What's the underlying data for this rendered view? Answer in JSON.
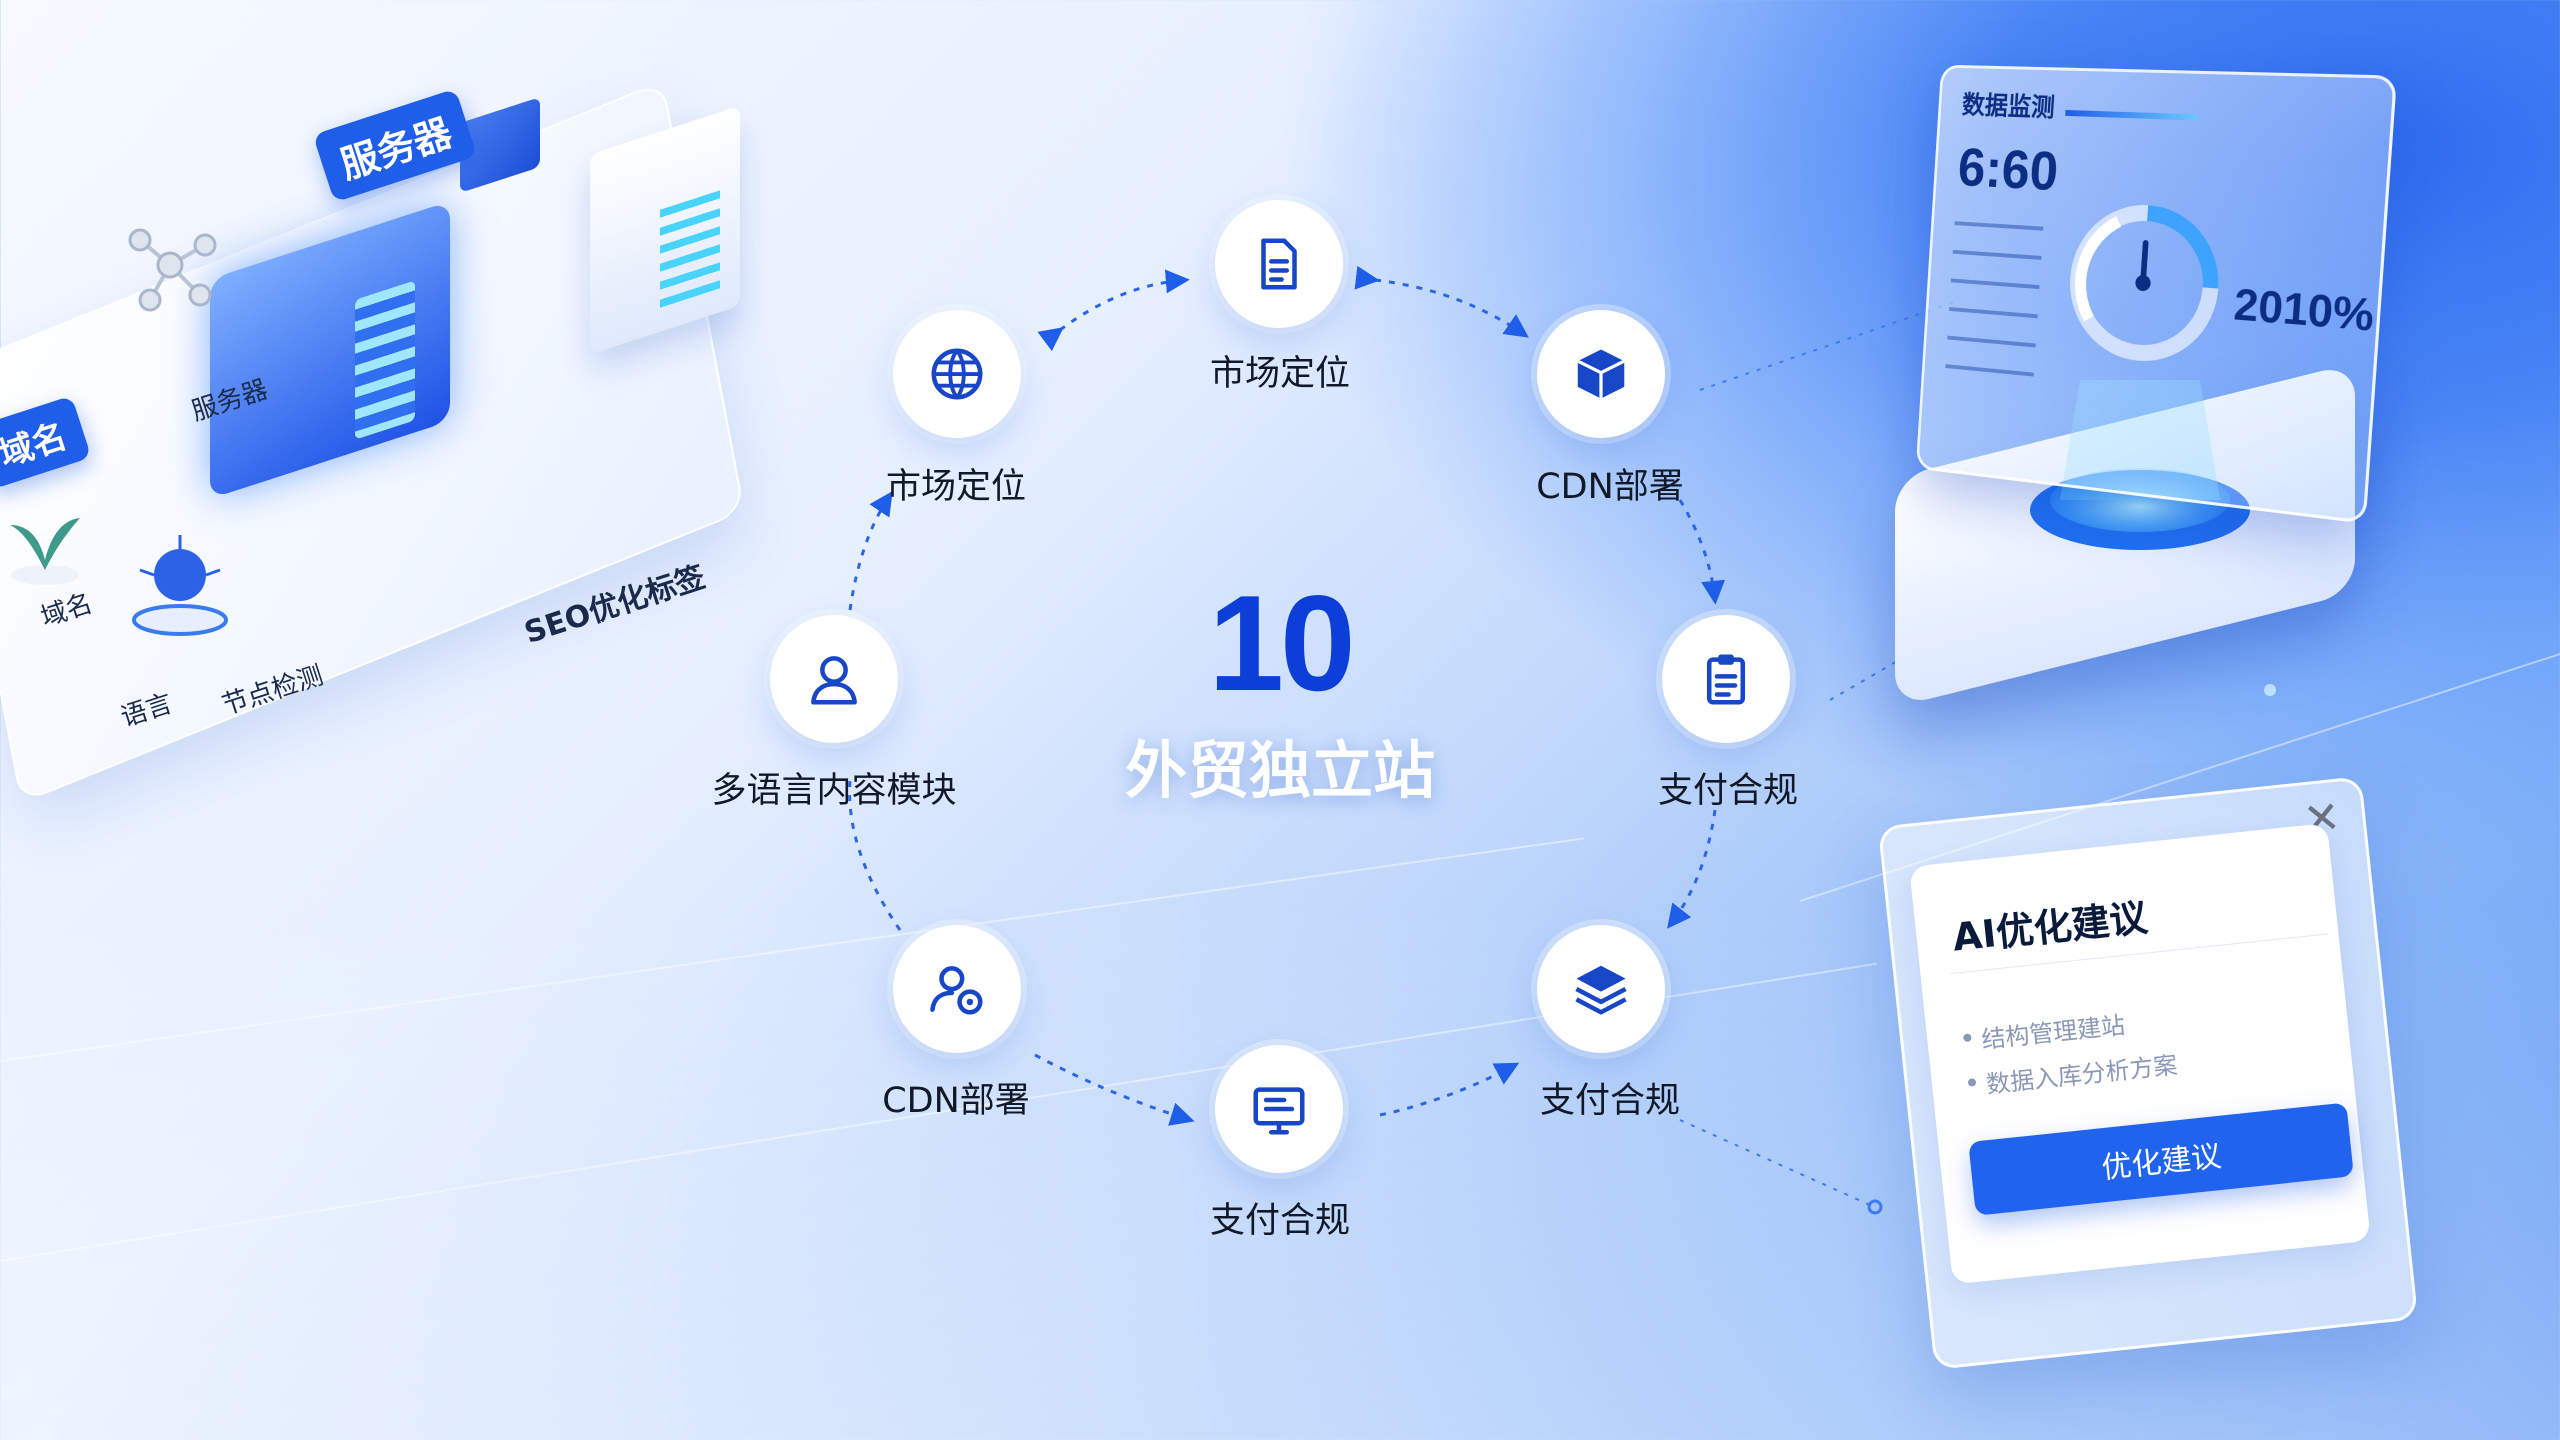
{
  "colors": {
    "accent": "#1f5ee8",
    "center_number": "#0b3fd8",
    "node_icon": "#1746c7"
  },
  "center": {
    "number": "10",
    "title": "外贸独立站"
  },
  "ring_nodes": [
    {
      "label": "市场定位",
      "icon": "document-icon"
    },
    {
      "label": "CDN部署",
      "icon": "cube-icon"
    },
    {
      "label": "支付合规",
      "icon": "clipboard-icon"
    },
    {
      "label": "支付合规",
      "icon": "layers-icon"
    },
    {
      "label": "支付合规",
      "icon": "monitor-icon"
    },
    {
      "label": "CDN部署",
      "icon": "user-settings-icon"
    },
    {
      "label": "多语言内容模块",
      "icon": "user-icon"
    },
    {
      "label": "市场定位",
      "icon": "globe-icon"
    }
  ],
  "left_scene": {
    "server_tag": "服务器",
    "domain_tag": "域名",
    "server_label": "服务器",
    "seo_label": "SEO优化标签",
    "domain_label": "域名",
    "node_label_1": "语言",
    "node_label_2": "节点检测"
  },
  "dashboard": {
    "header": "数据监测",
    "value_left": "6:60",
    "value_right": "2010%"
  },
  "ai_card": {
    "title": "AI优化建议",
    "items": [
      "结构管理建站",
      "数据入库分析方案"
    ],
    "button_label": "优化建议",
    "close_icon": "close-icon"
  }
}
